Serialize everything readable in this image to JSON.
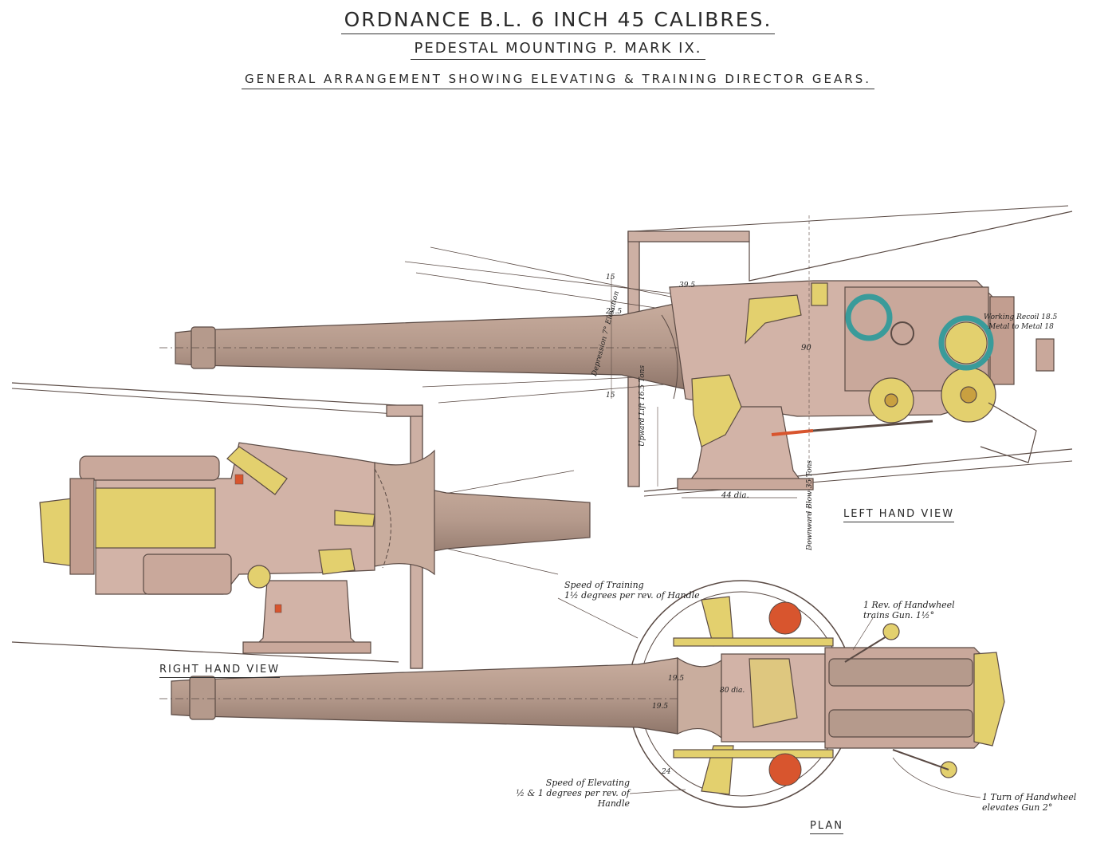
{
  "titles": {
    "main": "ORDNANCE B.L. 6 INCH 45 CALIBRES.",
    "sub": "PEDESTAL MOUNTING P. MARK IX.",
    "desc": "GENERAL ARRANGEMENT SHOWING ELEVATING & TRAINING DIRECTOR GEARS."
  },
  "views": {
    "left": "LEFT HAND VIEW",
    "right": "RIGHT HAND VIEW",
    "plan": "PLAN"
  },
  "notes": {
    "speed_training_1": "Speed of Training",
    "speed_training_2": "1½ degrees per rev. of Handle",
    "handwheel_train_1": "1 Rev. of Handwheel",
    "handwheel_train_2": "trains Gun. 1½°",
    "speed_elevating_1": "Speed of Elevating",
    "speed_elevating_2": "½ & 1 degrees per rev. of Handle",
    "handwheel_elev_1": "1 Turn of Handwheel",
    "handwheel_elev_2": "elevates Gun 2°"
  },
  "dimensions": {
    "recoil": "Working Recoil 18.5",
    "metal": "Metal to Metal 18",
    "upward": "Upward Lift 16.5 Tons",
    "downward": "Downward Blow 35 Tons",
    "dia": "44 dia.",
    "depression": "Depression 7° Elevation",
    "d90": "90",
    "d15a": "15",
    "d15b": "15",
    "d225": "22.5",
    "d395": "39.5",
    "d195a": "19.5",
    "d195b": "19.5",
    "d80": "80 dia.",
    "d24": "24"
  },
  "colors": {
    "gun": "#b59a8c",
    "mount": "#d2b3a7",
    "brass": "#e3d06e",
    "teal": "#3a9b9a",
    "red": "#d8552e",
    "line": "#5a4a44",
    "shield": "#cdb0a4"
  }
}
